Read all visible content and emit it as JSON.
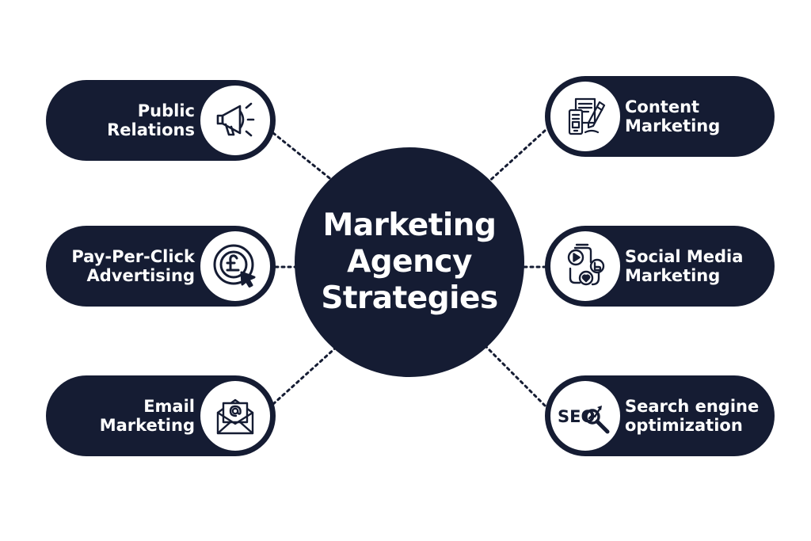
{
  "hub": {
    "line1": "Marketing",
    "line2": "Agency",
    "line3": "Strategies"
  },
  "strategies": {
    "public_relations": {
      "line1": "Public",
      "line2": "Relations",
      "icon": "megaphone-icon"
    },
    "pay_per_click": {
      "line1": "Pay-Per-Click",
      "line2": "Advertising",
      "icon": "pound-cursor-icon"
    },
    "email_marketing": {
      "line1": "Email",
      "line2": "Marketing",
      "icon": "envelope-at-icon"
    },
    "content_marketing": {
      "line1": "Content",
      "line2": "Marketing",
      "icon": "document-pen-icon"
    },
    "social_media_marketing": {
      "line1": "Social Media",
      "line2": "Marketing",
      "icon": "social-network-icon"
    },
    "seo": {
      "line1": "Search engine",
      "line2": "optimization",
      "icon": "seo-magnifier-icon",
      "icon_text": "SEO"
    }
  },
  "colors": {
    "navy": "#151c33",
    "white": "#ffffff",
    "connector": "#151c33"
  }
}
